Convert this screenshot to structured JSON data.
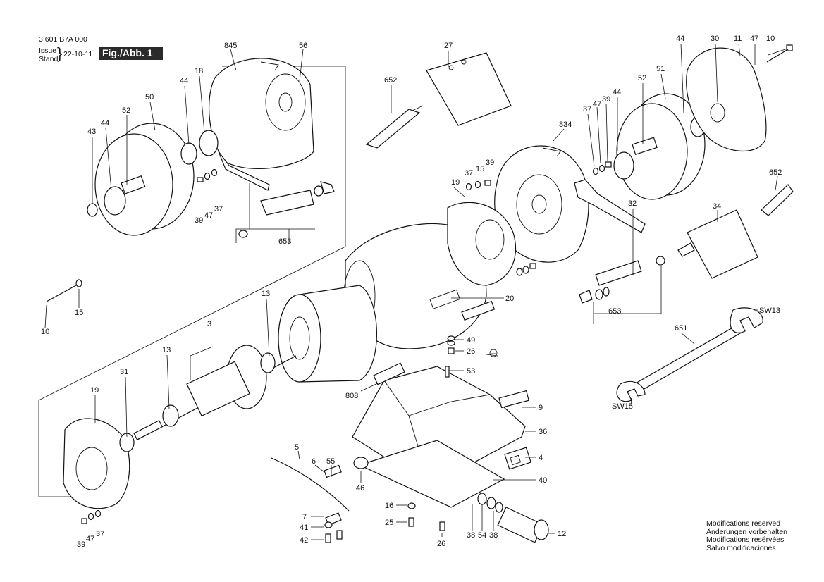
{
  "header": {
    "doc_number": "3 601 B7A 000",
    "issue_label": "Issue",
    "stand_label": "Stand",
    "date": "22-10-11",
    "figure_label": "Fig./Abb. 1"
  },
  "footer": {
    "modifications": [
      "Modifications reserved",
      "Änderungen vorbehalten",
      "Modifications resérvées",
      "Salvo modificaciones"
    ]
  },
  "colors": {
    "ink": "#111111",
    "figure_tag_bg": "#2b2b2b"
  },
  "parts": {
    "p845": "845",
    "p56": "56",
    "p18": "18",
    "p44a": "44",
    "p50": "50",
    "p52a": "52",
    "p43": "43",
    "p44b": "44",
    "p39a": "39",
    "p47a": "47",
    "p37a": "37",
    "p653a": "653",
    "p27": "27",
    "p652a": "652",
    "p834": "834",
    "p37b": "37",
    "p15a": "15",
    "p39b": "39",
    "p19a": "19",
    "p44c": "44",
    "p30": "30",
    "p11": "11",
    "p47b": "47",
    "p10a": "10",
    "p51": "51",
    "p52b": "52",
    "p37c": "37",
    "p47c": "47",
    "p39c": "39",
    "p44d": "44",
    "p652b": "652",
    "p32": "32",
    "p34": "34",
    "p653b": "653",
    "p20": "20",
    "p10b": "10",
    "p15b": "15",
    "p13a": "13",
    "p3": "3",
    "p13b": "13",
    "p49": "49",
    "p26a": "26",
    "p53": "53",
    "p651": "651",
    "sw13": "SW13",
    "sw15": "SW15",
    "p19b": "19",
    "p31": "31",
    "p808": "808",
    "p9": "9",
    "p36": "36",
    "p4": "4",
    "p40": "40",
    "p5": "5",
    "p6": "6",
    "p55": "55",
    "p46": "46",
    "p16": "16",
    "p25": "25",
    "p26b": "26",
    "p38a": "38",
    "p54": "54",
    "p38b": "38",
    "p12": "12",
    "p7": "7",
    "p41": "41",
    "p42": "42",
    "p39d": "39",
    "p47d": "47",
    "p37d": "37"
  }
}
